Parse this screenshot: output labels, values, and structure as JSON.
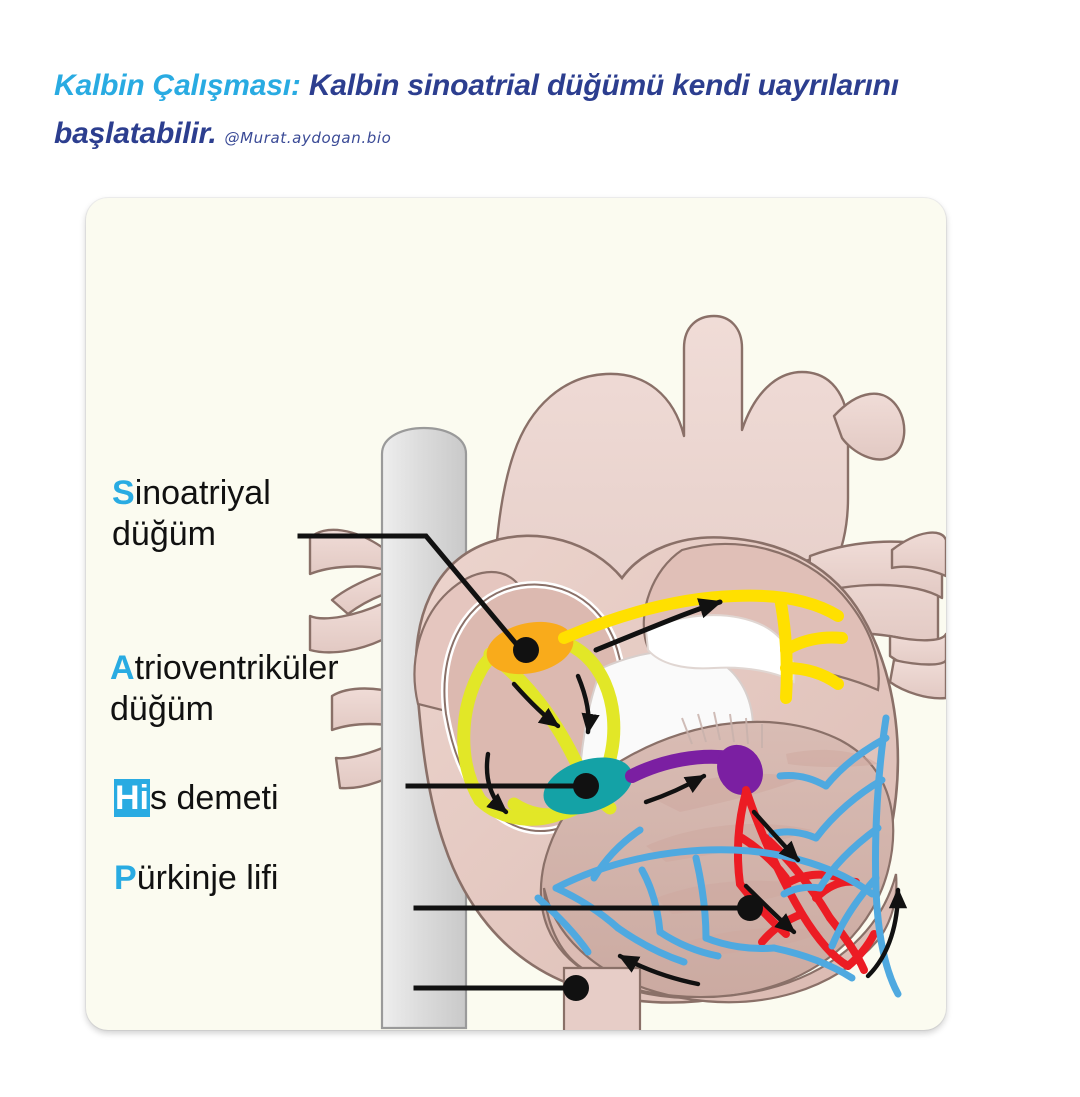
{
  "heading": {
    "lead": "Kalbin Çalışması:",
    "rest": "Kalbin sinoatrial düğümü kendi uayrılarını başlatabilir.",
    "credit": "@Murat.aydogan.bio",
    "lead_color": "#29abe2",
    "rest_color": "#2c3e8f"
  },
  "card": {
    "background": "#fbfbf0",
    "title": "heart-conduction-system-diagram"
  },
  "labels": [
    {
      "id": "sa",
      "cap": "S",
      "rest": "inoatriyal",
      "line2": "düğüm",
      "style": "letter"
    },
    {
      "id": "av",
      "cap": "A",
      "rest": "trioventriküler",
      "line2": "düğüm",
      "style": "letter"
    },
    {
      "id": "his",
      "cap": "Hi",
      "rest": "s demeti",
      "line2": "",
      "style": "block"
    },
    {
      "id": "pur",
      "cap": "P",
      "rest": "ürkinje lifi",
      "line2": "",
      "style": "letter"
    }
  ],
  "diagram": {
    "structures": [
      {
        "name": "sinoatrial-node",
        "color": "#f9ab1b"
      },
      {
        "name": "internodal-pathways",
        "color": "#e3e829"
      },
      {
        "name": "atrioventricular-node",
        "color": "#14a2a6"
      },
      {
        "name": "bundle-of-his",
        "color": "#7b1fa2"
      },
      {
        "name": "bundle-branches",
        "color": "#ec1c24"
      },
      {
        "name": "purkinje-fibers",
        "color": "#4fa9e0"
      },
      {
        "name": "atrial-conduction-yellow",
        "color": "#ffe000"
      },
      {
        "name": "myocardium",
        "color": "#e3c3bc"
      },
      {
        "name": "great-vessels",
        "color": "#e8d3ce"
      },
      {
        "name": "superior-vena-cava",
        "color": "#d9d9d9"
      }
    ],
    "accent_cyan": "#29abe2"
  }
}
